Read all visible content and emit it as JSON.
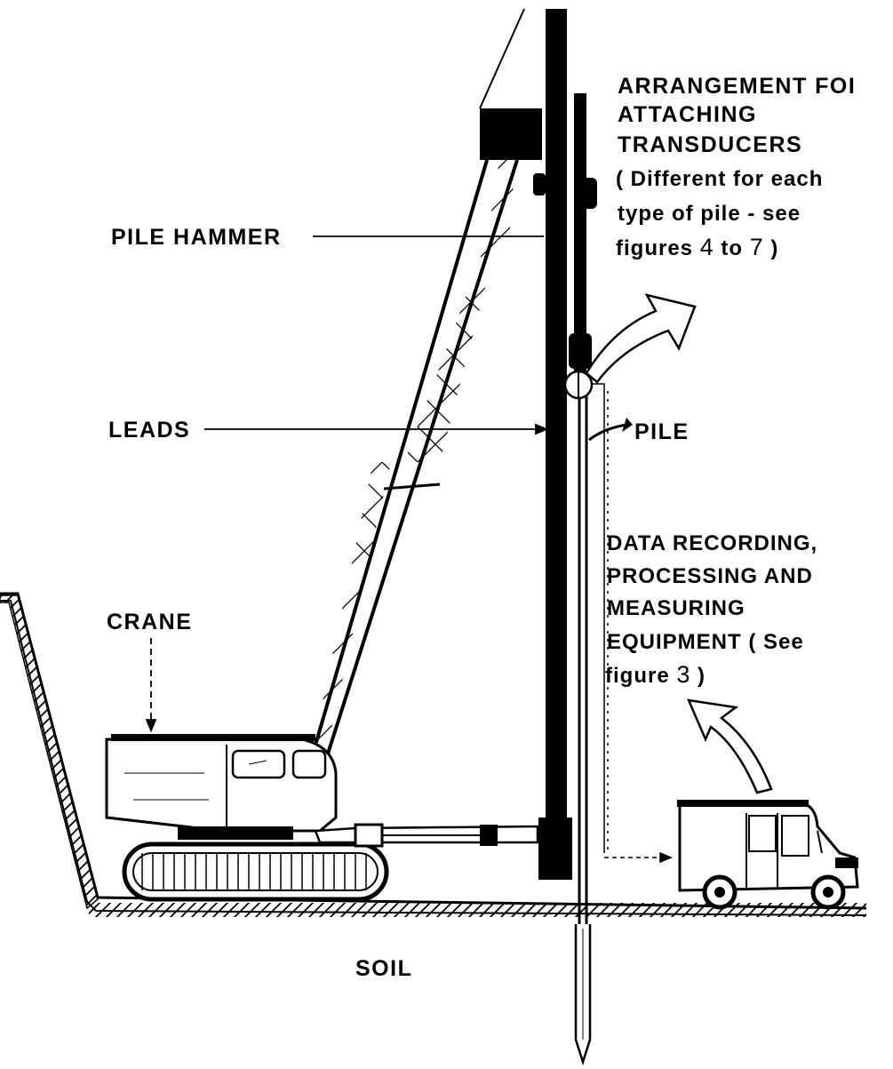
{
  "labels": {
    "pile_hammer": "PILE HAMMER",
    "leads": "LEADS",
    "crane": "CRANE",
    "pile": "PILE",
    "soil": "SOIL",
    "arrangement": {
      "line1": "ARRANGEMENT FOI",
      "line2": "ATTACHING",
      "line3": "TRANSDUCERS",
      "line4": "( Different  for  each",
      "line5": "type  of  pile - see",
      "line6_a": "figures ",
      "line6_num1": "4",
      "line6_b": " to ",
      "line6_num2": "7",
      "line6_c": " )"
    },
    "equipment": {
      "line1": "DATA  RECORDING,",
      "line2": "PROCESSING  AND",
      "line3": "MEASURING",
      "line4": "EQUIPMENT ( See",
      "line5_a": "figure ",
      "line5_num": "3",
      "line5_b": " )"
    }
  },
  "colors": {
    "ink": "#000000",
    "paper": "#ffffff"
  }
}
